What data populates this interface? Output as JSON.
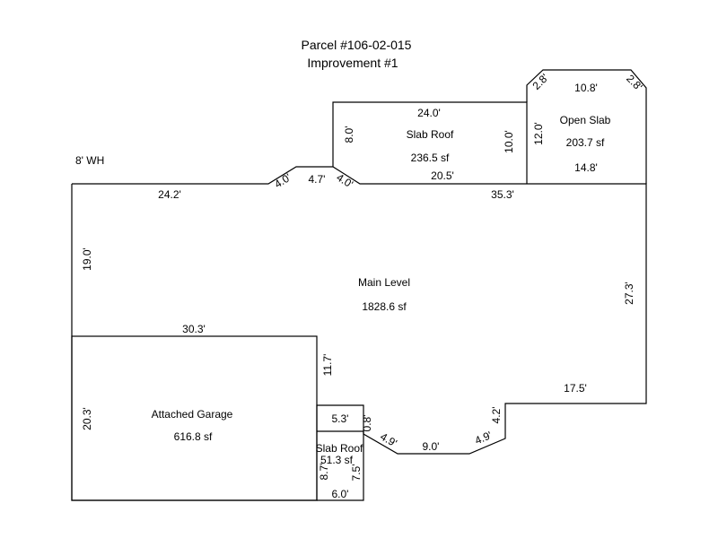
{
  "header": {
    "title": "Parcel #106-02-015",
    "subtitle": "Improvement #1"
  },
  "note": "8' WH",
  "areas": {
    "main": {
      "name": "Main Level",
      "area": "1828.6 sf"
    },
    "garage": {
      "name": "Attached Garage",
      "area": "616.8 sf"
    },
    "slab_roof_top": {
      "name": "Slab Roof",
      "area": "236.5 sf"
    },
    "open_slab": {
      "name": "Open Slab",
      "area": "203.7 sf"
    },
    "slab_roof_small": {
      "name": "Slab Roof",
      "area": "51.3 sf"
    }
  },
  "dimensions": {
    "main_top_left": "24.2'",
    "angle_left": "4.0'",
    "bump_top": "4.7'",
    "angle_right": "4.0'",
    "slab_roof_top": "24.0'",
    "slab_roof_left": "8.0'",
    "slab_roof_right": "10.0'",
    "slab_roof_bottom": "20.5'",
    "open_slab_angle_left": "2.8'",
    "open_slab_top": "10.8'",
    "open_slab_angle_right": "2.8'",
    "open_slab_left": "12.0'",
    "open_slab_bottom": "14.8'",
    "main_top_right": "35.3'",
    "main_left": "19.0'",
    "main_right": "27.3'",
    "garage_top": "30.3'",
    "garage_left": "20.3'",
    "garage_right": "11.7'",
    "notch_bottom": "17.5'",
    "notch_vertical": "4.2'",
    "bay_left_angle": "4.9'",
    "bay_bottom": "9.0'",
    "bay_right_angle": "4.9'",
    "small_slab_top": "5.3'",
    "small_slab_step": "0.8'",
    "small_slab_left": "8.7'",
    "small_slab_right": "7.5'",
    "small_slab_bottom": "6.0'"
  }
}
